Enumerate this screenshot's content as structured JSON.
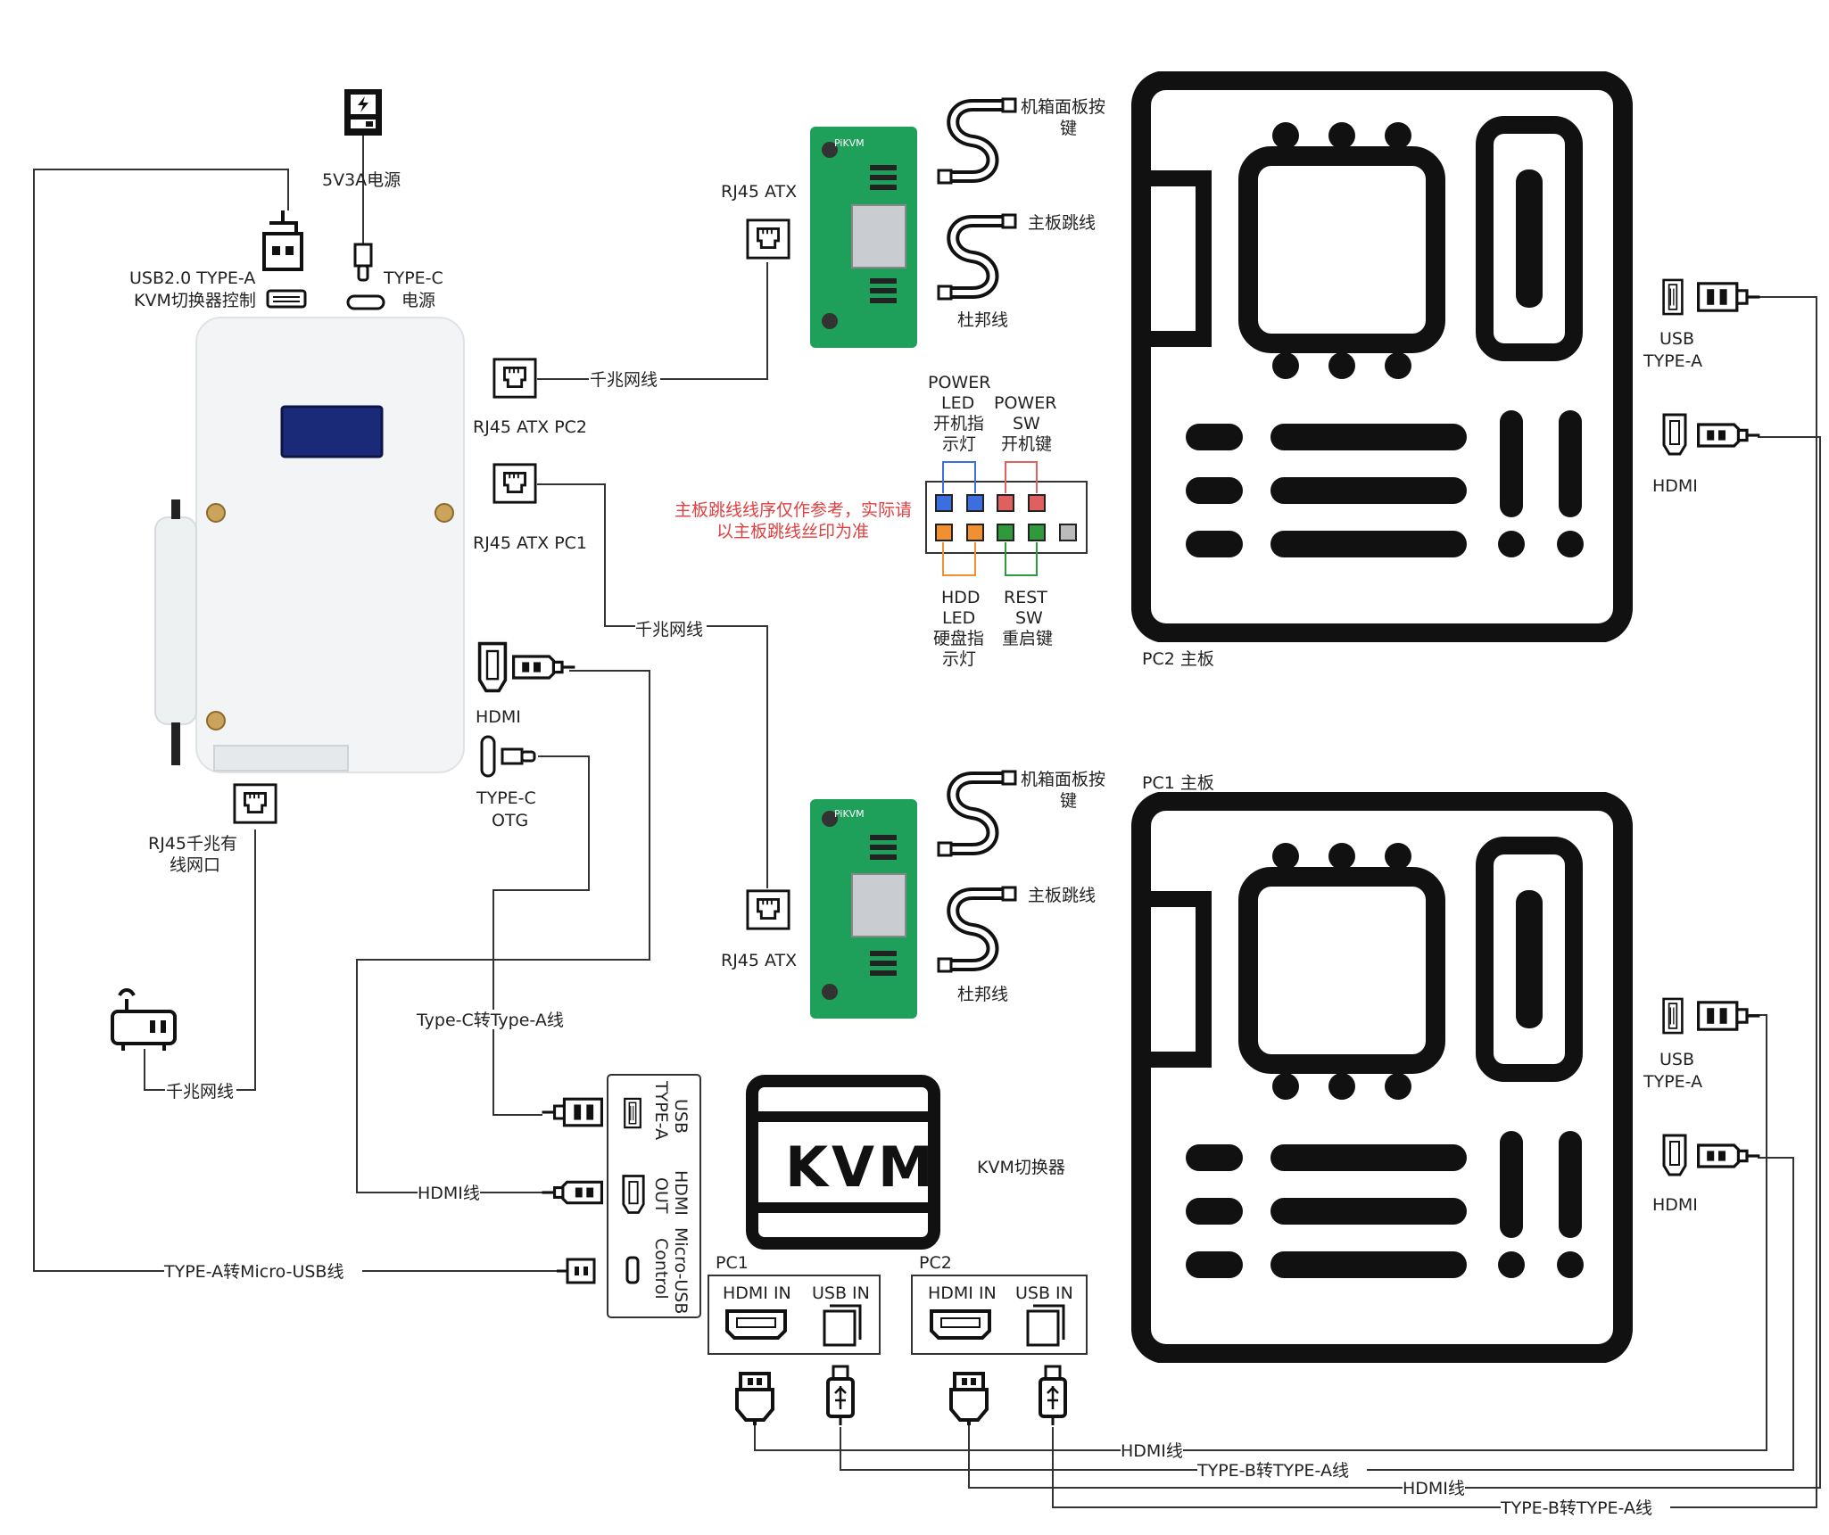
{
  "colors": {
    "line": "#333333",
    "icon": "#111111",
    "note_red": "#e04040",
    "pin_blue": "#3b6fe0",
    "pin_red": "#e06060",
    "pin_orange": "#f09030",
    "pin_green": "#2e9a3a",
    "pin_gray": "#bbbbbb",
    "board_green": "#1fa05a",
    "device_white": "#f2f4f5",
    "device_screen": "#1a2a78"
  },
  "device": {
    "power_supply": "5V3A电源",
    "usb_port": [
      "USB2.0 TYPE-A",
      "KVM切换器控制"
    ],
    "typec_power": [
      "TYPE-C",
      "电源"
    ],
    "rj45_pc2": "RJ45 ATX PC2",
    "rj45_pc1": "RJ45 ATX PC1",
    "hdmi": "HDMI",
    "typec_otg": [
      "TYPE-C",
      "OTG"
    ],
    "rj45_lan": [
      "RJ45千兆有",
      "线网口"
    ]
  },
  "atx_top": {
    "rj45": "RJ45 ATX",
    "brand": "PiKVM",
    "panel_button": [
      "机箱面板按",
      "键"
    ],
    "jumper": "主板跳线",
    "dupont": "杜邦线"
  },
  "atx_bottom": {
    "rj45": "RJ45 ATX",
    "brand": "PiKVM",
    "panel_button": [
      "机箱面板按",
      "键"
    ],
    "jumper": "主板跳线",
    "dupont": "杜邦线"
  },
  "cables": {
    "gigabit_1": "千兆网线",
    "gigabit_2": "千兆网线",
    "gigabit_3": "千兆网线",
    "typec_typea": "Type-C转Type-A线",
    "hdmi": "HDMI线",
    "typea_micro": "TYPE-A转Micro-USB线",
    "bottom": [
      "HDMI线",
      "TYPE-B转TYPE-A线",
      "HDMI线",
      "TYPE-B转TYPE-A线"
    ]
  },
  "pin_header": {
    "power_led": [
      "POWER",
      "LED",
      "开机指",
      "示灯"
    ],
    "power_sw": [
      "POWER",
      "SW",
      "开机键"
    ],
    "hdd_led": [
      "HDD",
      "LED",
      "硬盘指",
      "示灯"
    ],
    "reset_sw": [
      "REST",
      "SW",
      "重启键"
    ],
    "note": [
      "主板跳线线序仅作参考，实际请",
      "以主板跳线丝印为准"
    ]
  },
  "kvm": {
    "logo": "KVM",
    "label": "KVM切换器",
    "ports": [
      "USB",
      "TYPE-A",
      "HDMI",
      "OUT",
      "Micro-USB",
      "Control"
    ],
    "pc1": "PC1",
    "pc2": "PC2",
    "hdmi_in": "HDMI IN",
    "usb_in": "USB IN"
  },
  "mb_pc2": {
    "label": "PC2 主板",
    "usb": [
      "USB",
      "TYPE-A"
    ],
    "hdmi": "HDMI"
  },
  "mb_pc1": {
    "label": "PC1 主板",
    "usb": [
      "USB",
      "TYPE-A"
    ],
    "hdmi": "HDMI"
  }
}
